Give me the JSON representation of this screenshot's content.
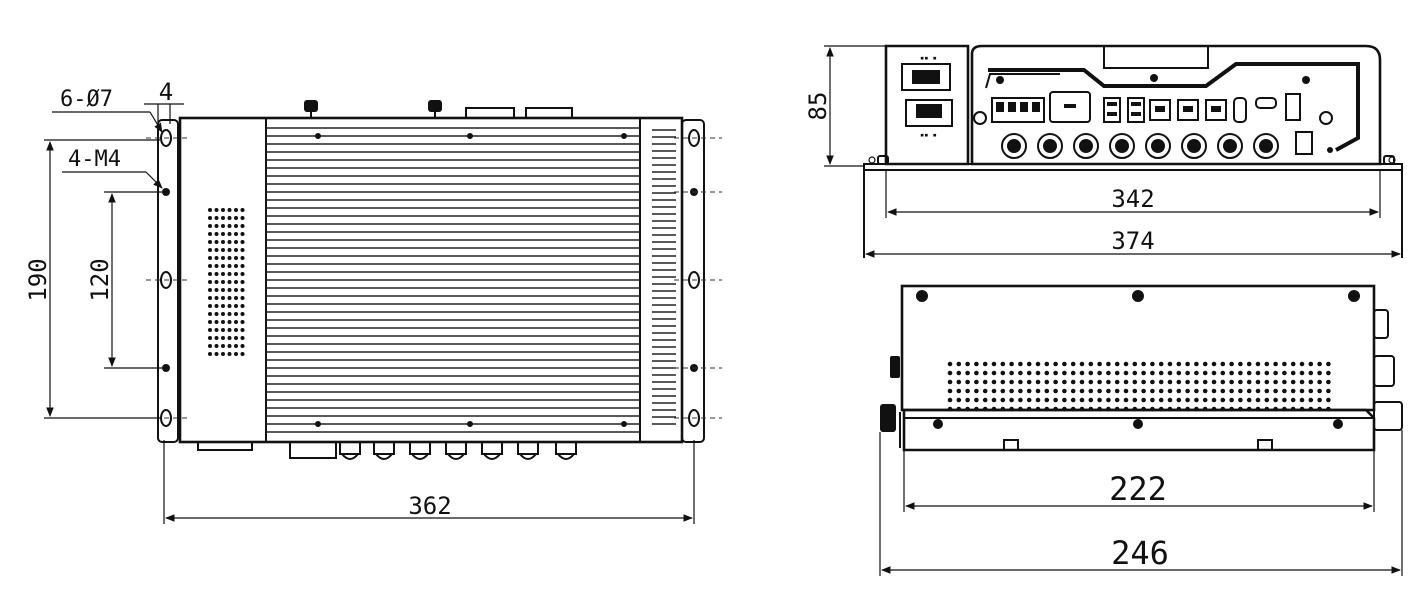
{
  "top_view": {
    "hole_callout": "6-Ø7",
    "thread_callout": "4-M4",
    "flange_thickness": "4",
    "height_outer": "190",
    "height_inner": "120",
    "width_total": "362"
  },
  "front_view": {
    "height": "85",
    "width_inner": "342",
    "width_outer": "374"
  },
  "side_view": {
    "width_inner": "222",
    "width_outer": "246"
  }
}
